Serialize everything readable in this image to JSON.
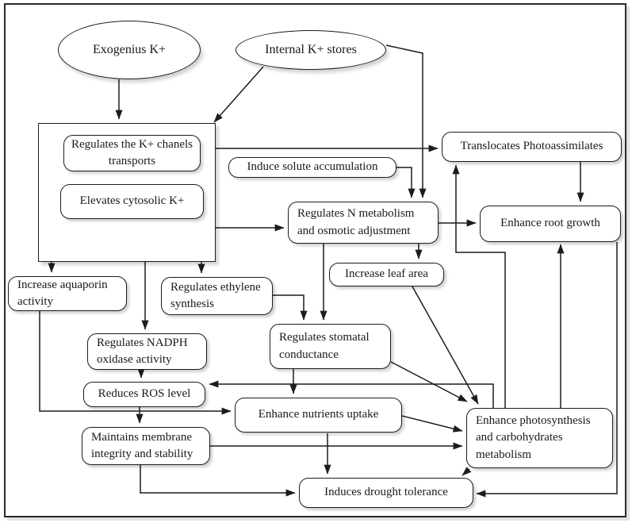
{
  "diagram": {
    "description": "Flow chart of potassium (K+) signalling leading to drought tolerance",
    "colors": {
      "stroke": "#1c1c1c",
      "node_fill": "#ffffff"
    },
    "nodes": {
      "exogenous_k": {
        "label": "Exogenius K+",
        "shape": "ellipse"
      },
      "internal_k": {
        "label": "Internal K+ stores",
        "shape": "ellipse"
      },
      "k_group": {
        "label": "",
        "shape": "group"
      },
      "k_channels": {
        "label": "Regulates the K+ chanels transports"
      },
      "cytosolic_k": {
        "label": "Elevates cytosolic K+"
      },
      "solute": {
        "label": "Induce solute accumulation"
      },
      "translocates": {
        "label": "Translocates Photoassimilates"
      },
      "n_metabolism": {
        "label": "Regulates N metabolism and osmotic adjustment"
      },
      "root_growth": {
        "label": "Enhance root growth"
      },
      "leaf_area": {
        "label": "Increase leaf area"
      },
      "aquaporin": {
        "label": "Increase aquaporin activity"
      },
      "ethylene": {
        "label": "Regulates ethylene synthesis"
      },
      "nadph": {
        "label": "Regulates NADPH oxidase activity"
      },
      "ros": {
        "label": "Reduces ROS level"
      },
      "stomatal": {
        "label": "Regulates stomatal conductance"
      },
      "nutrients": {
        "label": "Enhance nutrients uptake"
      },
      "membrane": {
        "label": "Maintains membrane integrity and stability"
      },
      "photosynthesis": {
        "label": "Enhance photosynthesis and carbohydrates metabolism"
      },
      "drought": {
        "label": "Induces drought tolerance"
      }
    },
    "edges": [
      {
        "from": "exogenous_k",
        "to": "k_group"
      },
      {
        "from": "internal_k",
        "to": "k_group"
      },
      {
        "from": "internal_k",
        "to": "n_metabolism"
      },
      {
        "from": "k_channels",
        "to": "cytosolic_k"
      },
      {
        "from": "k_group",
        "to": "translocates"
      },
      {
        "from": "k_group",
        "to": "n_metabolism"
      },
      {
        "from": "k_group",
        "to": "aquaporin"
      },
      {
        "from": "k_group",
        "to": "nadph"
      },
      {
        "from": "k_group",
        "to": "ethylene"
      },
      {
        "from": "solute",
        "to": "n_metabolism"
      },
      {
        "from": "n_metabolism",
        "to": "leaf_area"
      },
      {
        "from": "n_metabolism",
        "to": "stomatal"
      },
      {
        "from": "n_metabolism",
        "to": "root_growth"
      },
      {
        "from": "ethylene",
        "to": "stomatal"
      },
      {
        "from": "translocates",
        "to": "root_growth"
      },
      {
        "from": "nadph",
        "to": "ros"
      },
      {
        "from": "ros",
        "to": "membrane"
      },
      {
        "from": "aquaporin",
        "to": "nutrients"
      },
      {
        "from": "stomatal",
        "to": "nutrients"
      },
      {
        "from": "stomatal",
        "to": "photosynthesis"
      },
      {
        "from": "leaf_area",
        "to": "photosynthesis"
      },
      {
        "from": "nutrients",
        "to": "photosynthesis"
      },
      {
        "from": "membrane",
        "to": "photosynthesis"
      },
      {
        "from": "membrane",
        "to": "drought"
      },
      {
        "from": "nutrients",
        "to": "drought"
      },
      {
        "from": "photosynthesis",
        "to": "drought"
      },
      {
        "from": "photosynthesis",
        "to": "translocates"
      },
      {
        "from": "photosynthesis",
        "to": "root_growth"
      },
      {
        "from": "photosynthesis",
        "to": "ros"
      },
      {
        "from": "root_growth",
        "to": "drought"
      }
    ]
  }
}
